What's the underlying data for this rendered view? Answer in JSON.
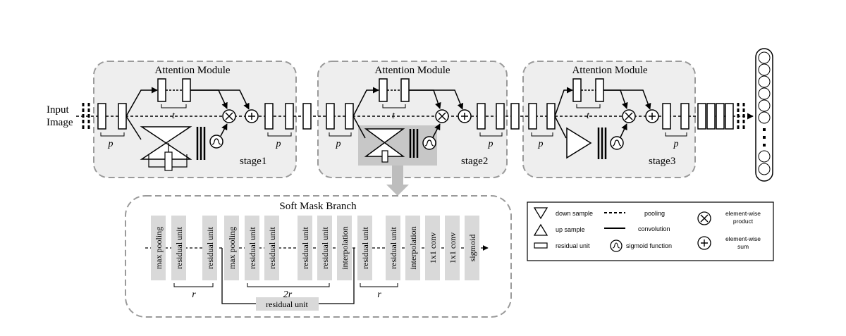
{
  "input_label": [
    "Input",
    "Image"
  ],
  "modules": [
    {
      "title": "Attention Module",
      "stage": "stage1"
    },
    {
      "title": "Attention Module",
      "stage": "stage2"
    },
    {
      "title": "Attention Module",
      "stage": "stage3"
    }
  ],
  "symbols": {
    "t": "t",
    "p": "p",
    "r": "r",
    "two_r": "2r"
  },
  "soft_mask": {
    "title": "Soft Mask Branch",
    "blocks": [
      "max pooling",
      "residual unit",
      "residual unit",
      "max pooling",
      "residual unit",
      "residual unit",
      "residual unit",
      "residual unit",
      "interpolation",
      "residual unit",
      "residual unit",
      "interpolation",
      "1x1 conv",
      "1x1 conv",
      "sigmoid"
    ],
    "skip_label": "residual unit"
  },
  "legend": {
    "down_sample": "down sample",
    "up_sample": "up sample",
    "residual_unit": "residual unit",
    "pooling": "pooling",
    "convolution": "convolution",
    "sigmoid_function": "sigmoid function",
    "product": [
      "element-wise",
      "product"
    ],
    "sum": [
      "element-wise",
      "sum"
    ]
  },
  "colors": {
    "panel_fill": "#eeeeee",
    "panel_border": "#9a9a9a",
    "block_fill": "#d9d9d9",
    "arrow_fill": "#bdbdbd"
  }
}
